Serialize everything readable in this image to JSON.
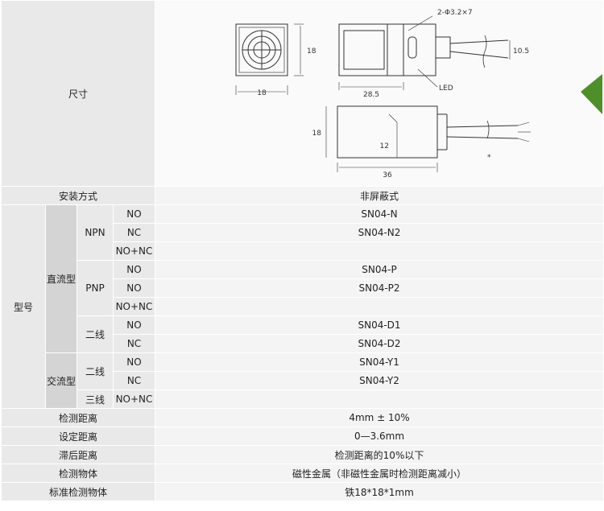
{
  "rows": {
    "dimensions_label": "尺寸",
    "mounting_label": "安装方式",
    "mounting_value": "非屏蔽式",
    "model_label": "型号",
    "dc_label": "直流型",
    "ac_label": "交流型",
    "npn_label": "NPN",
    "pnp_label": "PNP",
    "two_wire_dc_label": "二线",
    "two_wire_ac_label": "二线",
    "three_wire_ac_label": "三线",
    "npn_no": {
      "out": "NO",
      "model": "SN04-N"
    },
    "npn_nc": {
      "out": "NC",
      "model": "SN04-N2"
    },
    "npn_nonc": {
      "out": "NO+NC",
      "model": ""
    },
    "pnp_no": {
      "out": "NO",
      "model": "SN04-P"
    },
    "pnp_nc": {
      "out": "NO",
      "model": "SN04-P2"
    },
    "pnp_nonc": {
      "out": "NO+NC",
      "model": ""
    },
    "dc2_no": {
      "out": "NO",
      "model": "SN04-D1"
    },
    "dc2_nc": {
      "out": "NC",
      "model": "SN04-D2"
    },
    "ac2_no": {
      "out": "NO",
      "model": "SN04-Y1"
    },
    "ac2_nc": {
      "out": "NC",
      "model": "SN04-Y2"
    },
    "ac3_nonc": {
      "out": "NO+NC",
      "model": ""
    },
    "detect_dist_label": "检测距离",
    "detect_dist_value": "4mm ± 10%",
    "set_dist_label": "设定距离",
    "set_dist_value": "0—3.6mm",
    "hyst_label": "滞后距离",
    "hyst_value": "检测距离的10%以下",
    "object_label": "检测物体",
    "object_value": "磁性金属（非磁性金属时检测距离减小）",
    "std_object_label": "标准检测物体",
    "std_object_value": "铁18*18*1mm"
  },
  "drawing": {
    "front_width": "18",
    "front_height": "18",
    "side_length": "28.5",
    "side_height": "10.5",
    "holes": "2-Φ3.2×7",
    "led": "LED",
    "body_length": "36",
    "body_height": "18",
    "sense_height": "12",
    "asterisk": "*"
  },
  "colors": {
    "label_bg": "#e9e9e9",
    "group_bg": "#d4d4d4",
    "subgroup_bg": "#c2c2c2",
    "value_bg": "#f4f4f4",
    "accent_green": "#4e8f2a"
  }
}
